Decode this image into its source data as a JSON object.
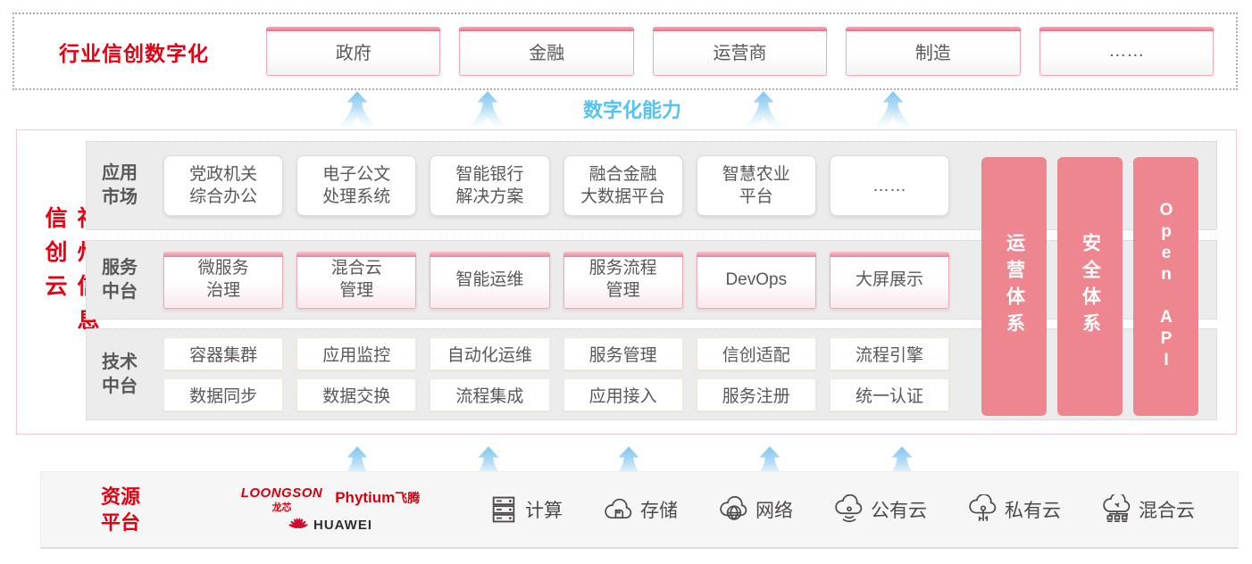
{
  "top": {
    "title": "行业信创数字化",
    "items": [
      "政府",
      "金融",
      "运营商",
      "制造",
      "……"
    ]
  },
  "capability": {
    "label": "数字化能力"
  },
  "main": {
    "title": "神州信息信创云",
    "app_row": {
      "label": "应用\n市场",
      "items": [
        "党政机关\n综合办公",
        "电子公文\n处理系统",
        "智能银行\n解决方案",
        "融合金融\n大数据平台",
        "智慧农业\n平台",
        "……"
      ]
    },
    "service_row": {
      "label": "服务\n中台",
      "items": [
        "微服务\n治理",
        "混合云\n管理",
        "智能运维",
        "服务流程\n管理",
        "DevOps",
        "大屏展示"
      ]
    },
    "tech_row": {
      "label": "技术\n中台",
      "row1": [
        "容器集群",
        "应用监控",
        "自动化运维",
        "服务管理",
        "信创适配",
        "流程引擎"
      ],
      "row2": [
        "数据同步",
        "数据交换",
        "流程集成",
        "应用接入",
        "服务注册",
        "统一认证"
      ]
    },
    "pillars": [
      "运营体系",
      "安全体系",
      "Open API"
    ]
  },
  "resource": {
    "label": "资源\n平台",
    "logos": {
      "loongson": "LOONGSON",
      "loongson_cn": "龙芯",
      "phytium": "Phytium",
      "phytium_cn": "飞腾",
      "huawei": "HUAWEI"
    },
    "items": [
      {
        "icon": "compute-icon",
        "label": "计算"
      },
      {
        "icon": "storage-icon",
        "label": "存储"
      },
      {
        "icon": "network-icon",
        "label": "网络"
      },
      {
        "icon": "public-cloud-icon",
        "label": "公有云"
      },
      {
        "icon": "private-cloud-icon",
        "label": "私有云"
      },
      {
        "icon": "hybrid-cloud-icon",
        "label": "混合云"
      }
    ]
  },
  "colors": {
    "accent_red": "#e60012",
    "pillar_pink": "#ed868e",
    "capability_blue": "#54c3f1",
    "text_gray": "#595757"
  }
}
